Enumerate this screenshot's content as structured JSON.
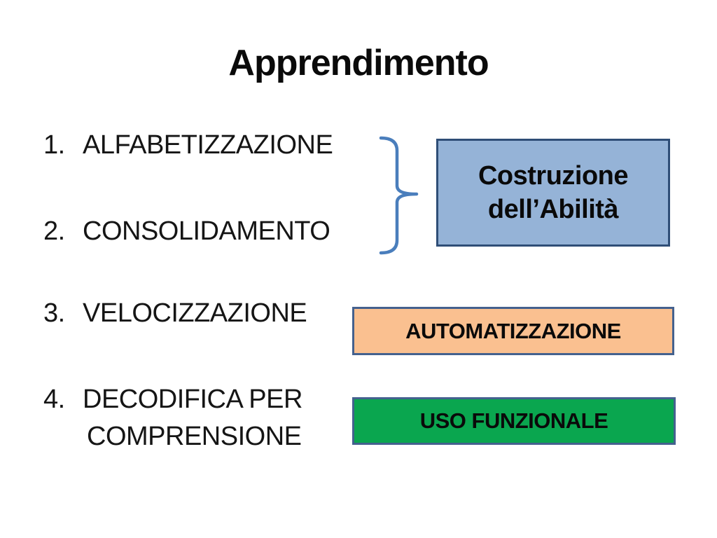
{
  "slide": {
    "title": "Apprendimento",
    "list": {
      "items": [
        {
          "number": "1.",
          "label": "ALFABETIZZAZIONE"
        },
        {
          "number": "2.",
          "label": "CONSOLIDAMENTO"
        },
        {
          "number": "3.",
          "label": "VELOCIZZAZIONE"
        },
        {
          "number": "4.",
          "label_line1": "DECODIFICA PER",
          "label_line2": "COMPRENSIONE"
        }
      ]
    },
    "boxes": {
      "skill": {
        "line1": "Costruzione",
        "line2": "dell’Abilità",
        "fill_color": "#95b3d7",
        "border_color": "#2f4e77"
      },
      "automation": {
        "label": "AUTOMATIZZAZIONE",
        "fill_color": "#fac090",
        "border_color": "#44618e"
      },
      "functional": {
        "label": "USO FUNZIONALE",
        "fill_color": "#0aa64f",
        "border_color": "#44618e"
      }
    },
    "brace": {
      "shape": "right-curly-brace",
      "color": "#4a7ebc"
    },
    "background_color": "#ffffff",
    "text_color": "#0a0a0a"
  }
}
